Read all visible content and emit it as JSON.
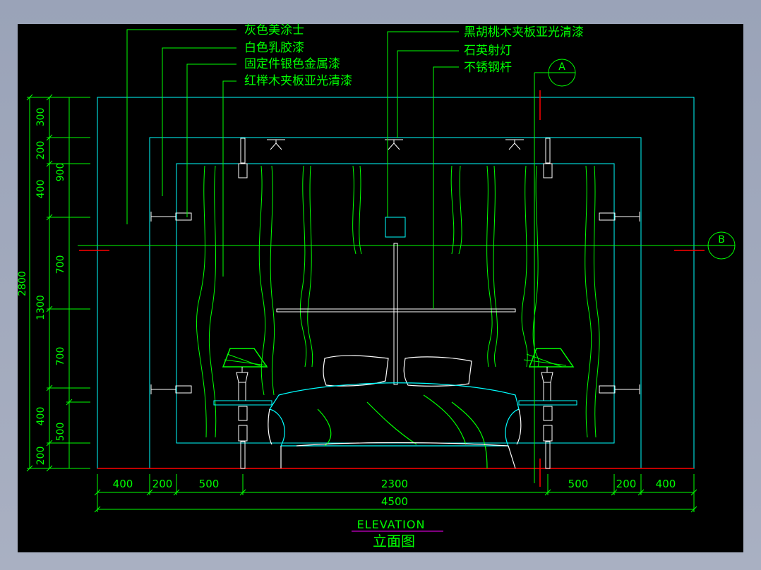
{
  "callouts_left": [
    "灰色美涂士",
    "白色乳胶漆",
    "固定件银色金属漆",
    "红榉木夹板亚光清漆"
  ],
  "callouts_right": [
    "黑胡桃木夹板亚光清漆",
    "石英射灯",
    "不锈钢杆"
  ],
  "section_markers": {
    "a": "A",
    "b": "B"
  },
  "dims_bottom": [
    "400",
    "200",
    "500",
    "2300",
    "500",
    "200",
    "400"
  ],
  "dim_total_width": "4500",
  "dims_left_inner": [
    "300",
    "200",
    "400",
    "700",
    "700",
    "400",
    "200"
  ],
  "dims_left_outer": [
    "900",
    "1300",
    "500"
  ],
  "dim_total_height": "2800",
  "title_en": "ELEVATION",
  "title_cn": "立面图",
  "colors": {
    "green": "#00ff00",
    "cyan": "#00ffff",
    "white": "#ffffff",
    "red": "#ff0000",
    "magenta": "#ff00ff"
  }
}
